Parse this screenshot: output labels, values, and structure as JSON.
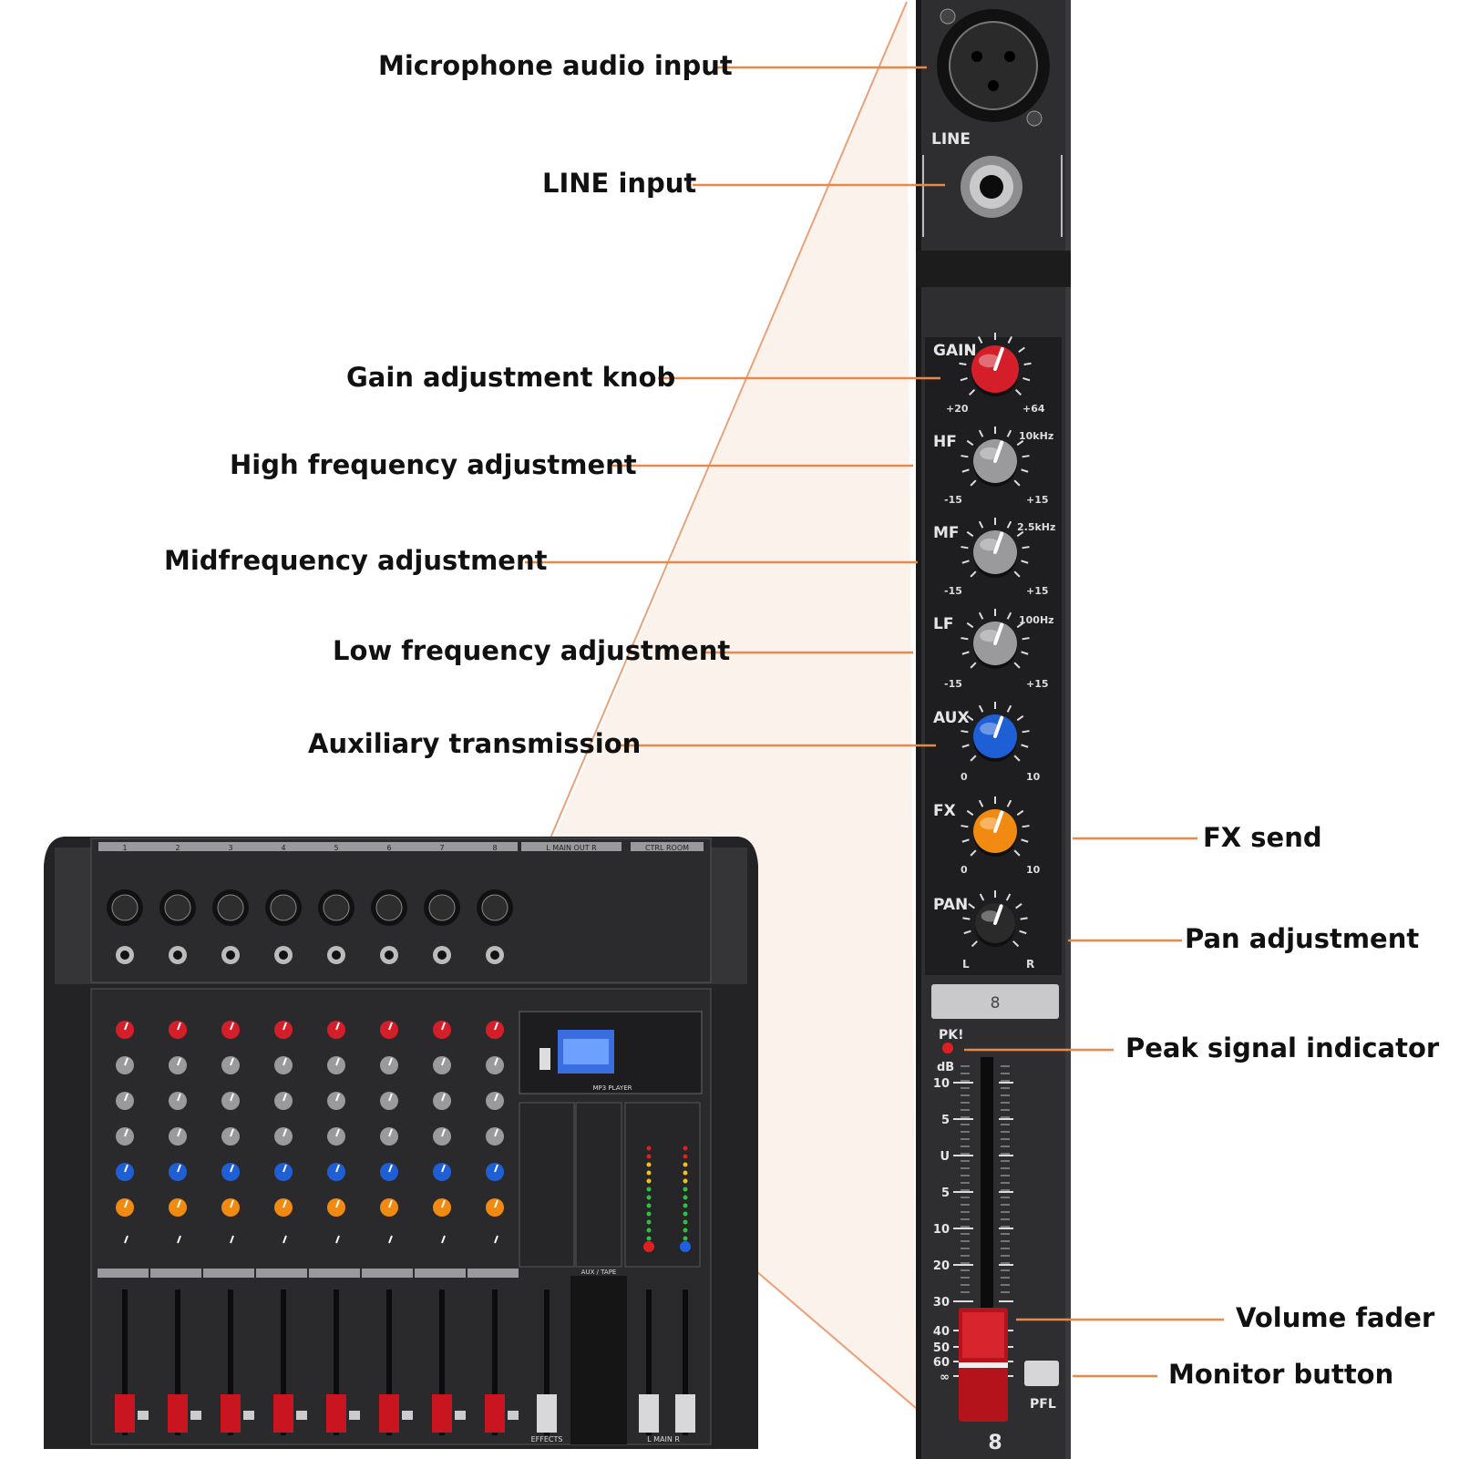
{
  "callouts": {
    "mic_input": "Microphone audio input",
    "line_input": "LINE input",
    "gain_knob": "Gain adjustment knob",
    "high_freq": "High frequency adjustment",
    "mid_freq": "Midfrequency adjustment",
    "low_freq": "Low frequency adjustment",
    "aux": "Auxiliary transmission",
    "fx_send": "FX send",
    "pan": "Pan adjustment",
    "peak": "Peak signal indicator",
    "fader": "Volume fader",
    "monitor": "Monitor button"
  },
  "strip": {
    "line_label": "LINE",
    "gain_label": "GAIN",
    "gain_min": "+20",
    "gain_max": "+64",
    "hf_label": "HF",
    "hf_freq": "10kHz",
    "mf_label": "MF",
    "mf_freq": "2.5kHz",
    "lf_label": "LF",
    "lf_freq": "100Hz",
    "eq_min": "-15",
    "eq_max": "+15",
    "aux_label": "AUX",
    "fx_label": "FX",
    "send_min": "0",
    "send_max": "10",
    "pan_label": "PAN",
    "pan_left": "L",
    "pan_right": "R",
    "channel_number": "8",
    "pk_label": "PK!",
    "db_label": "dB",
    "scale": [
      "10",
      "5",
      "U",
      "5",
      "10",
      "20",
      "30",
      "40",
      "50",
      "60",
      "∞"
    ],
    "pfl_label": "PFL"
  },
  "mixer": {
    "channels": [
      "1",
      "2",
      "3",
      "4",
      "5",
      "6",
      "7",
      "8"
    ],
    "main_out": "L MAIN OUT R",
    "ctrl_room": "CTRL ROOM",
    "mp3_player": "MP3 PLAYER",
    "effects": "EFFECTS",
    "aux_tape": "AUX / TAPE",
    "main": "L MAIN R"
  },
  "colors": {
    "leader": "#e8894a",
    "gain": "#d41f2a",
    "aux": "#1f5fd6",
    "fx": "#f08a10",
    "fader": "#c8151f",
    "panel": "#2c2c2e",
    "panel_dark": "#1b1b1c"
  }
}
